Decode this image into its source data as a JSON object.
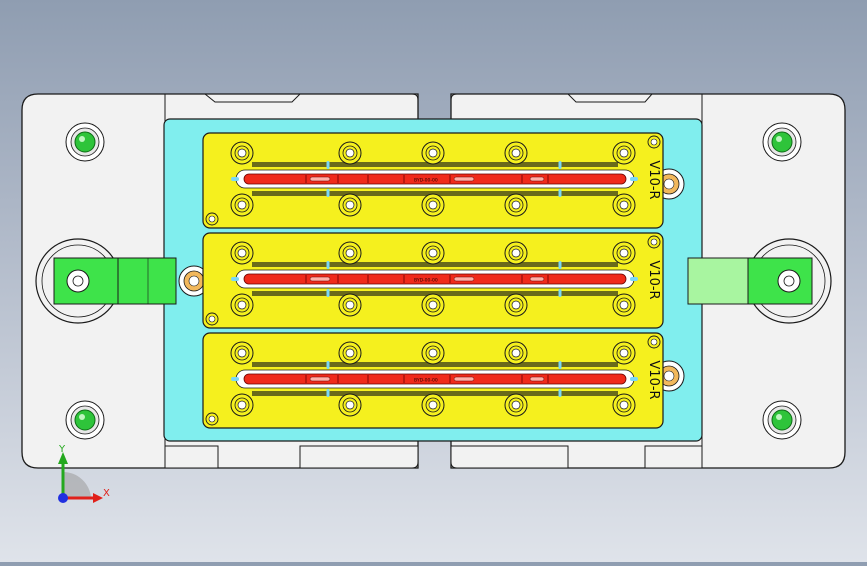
{
  "viewport": {
    "background_top": "#8f9db1",
    "background_bottom": "#dfe3ea"
  },
  "colors": {
    "base_plate": "#f2f2f2",
    "outline": "#1a1a1a",
    "insert_plate": "#80eeee",
    "cavity_plate": "#f5f01e",
    "part": "#f02a1a",
    "guide_pin": "#2ec43a",
    "clamp": "#3ee34a",
    "clamp_light": "#a8f5a0",
    "bushing": "#f2b85c"
  },
  "plates": [
    {
      "label": "V10-R",
      "part_mark": "BYD-00-00"
    },
    {
      "label": "V10-R",
      "part_mark": "BYD-00-00"
    },
    {
      "label": "V10-R",
      "part_mark": "BYD-00-00"
    }
  ],
  "triad": {
    "x_label": "X",
    "y_label": "Y",
    "x_color": "#e0201a",
    "y_color": "#24a81e",
    "z_color": "#2030e0"
  },
  "icons": [
    "guide-pin-icon",
    "bolt-hole-icon",
    "clamp-icon",
    "axis-triad-icon"
  ]
}
